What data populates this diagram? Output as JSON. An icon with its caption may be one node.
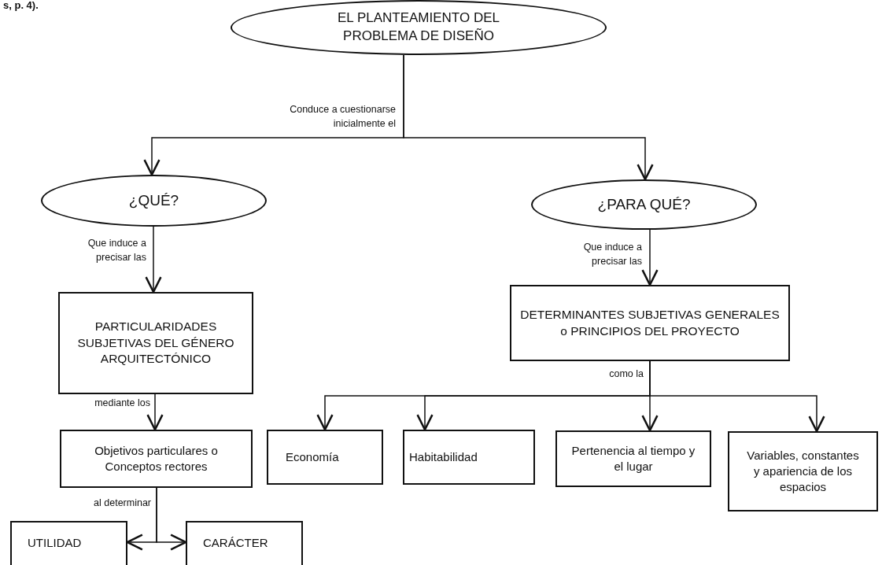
{
  "diagram": {
    "nodes": [
      {
        "text": [
          "EL PLANTEAMIENTO DEL PROBLEMA DE DISEÑO"
        ]
      },
      {
        "text": [
          "¿QUÉ?"
        ]
      },
      {
        "text": [
          "¿PARA QUÉ?"
        ]
      },
      {
        "text": [
          "PARTICULARIDADES SUBJETIVAS DEL GÉNERO ARQUITECTÓNICO"
        ]
      },
      {
        "text": [
          "DETERMINANTES SUBJETIVAS GENERALES o PRINCIPIOS DEL PROYECTO"
        ]
      },
      {
        "text": [
          "Objetivos particulares o Conceptos rectores"
        ]
      },
      {
        "text": [
          "Economía"
        ]
      },
      {
        "text": [
          "Habitabilidad"
        ]
      },
      {
        "text": [
          "Pertenencia al tiempo y el lugar"
        ]
      },
      {
        "text": [
          "Variables, constantes y apariencia de los espacios"
        ]
      },
      {
        "text": [
          "UTILIDAD"
        ]
      },
      {
        "text": [
          "CARÁCTER"
        ]
      }
    ],
    "edges": [
      {
        "from": 0,
        "to": 1,
        "arrow": "to",
        "label": "Conduce a cuestionarse inicialmente el"
      },
      {
        "from": 0,
        "to": 2,
        "arrow": "to"
      },
      {
        "from": 1,
        "to": 3,
        "arrow": "to",
        "label": "Que induce a precisar las"
      },
      {
        "from": 2,
        "to": 4,
        "arrow": "to",
        "label": "Que induce a precisar las"
      },
      {
        "from": 3,
        "to": 5,
        "arrow": "to",
        "label": "mediante los"
      },
      {
        "from": 4,
        "to": 6,
        "arrow": "to",
        "label": "como la"
      },
      {
        "from": 4,
        "to": 7,
        "arrow": "to"
      },
      {
        "from": 4,
        "to": 8,
        "arrow": "to"
      },
      {
        "from": 4,
        "to": 9,
        "arrow": "to"
      },
      {
        "from": 5,
        "to": 10,
        "arrow": "to",
        "label": "al determinar"
      },
      {
        "from": 5,
        "to": 11,
        "arrow": "to"
      }
    ],
    "labels": [
      "s, p. 4)."
    ]
  }
}
